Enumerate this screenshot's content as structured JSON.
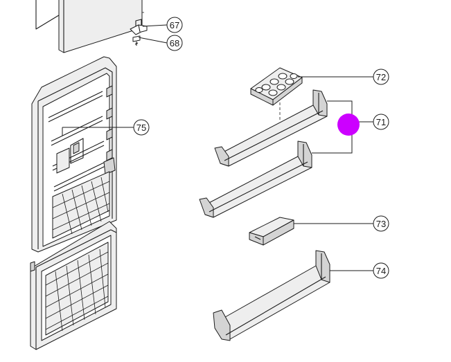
{
  "diagram": {
    "callouts": [
      {
        "id": "c67",
        "label": "67"
      },
      {
        "id": "c68",
        "label": "68"
      },
      {
        "id": "c72",
        "label": "72"
      },
      {
        "id": "c71",
        "label": "71"
      },
      {
        "id": "c75",
        "label": "75"
      },
      {
        "id": "c73",
        "label": "73"
      },
      {
        "id": "c74",
        "label": "74"
      }
    ],
    "highlight_color": "#cc00ff"
  }
}
